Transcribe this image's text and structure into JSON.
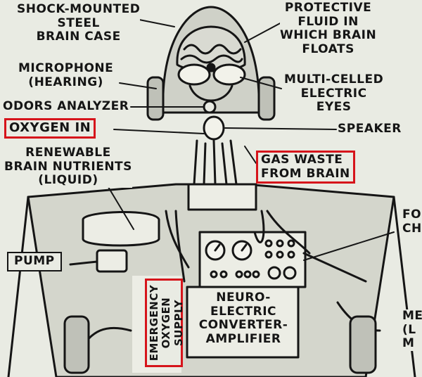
{
  "labels": {
    "shock_case": "SHOCK-MOUNTED\nSTEEL\nBRAIN CASE",
    "protective_fluid": "PROTECTIVE\nFLUID IN\nWHICH BRAIN\nFLOATS",
    "microphone": "MICROPHONE\n(HEARING)",
    "eyes": "MULTI-CELLED\nELECTRIC\nEYES",
    "odors": "ODORS ANALYZER",
    "oxygen_in": "OXYGEN IN",
    "speaker": "SPEAKER",
    "nutrients": "RENEWABLE\nBRAIN NUTRIENTS\n(LIQUID)",
    "gas_waste": "GAS WASTE\nFROM BRAIN",
    "pump": "PUMP",
    "emergency_oxygen": "EMERGENCY\nOXYGEN\nSUPPLY",
    "neuro": "NEURO-\nELECTRIC\nCONVERTER-\nAMPLIFIER",
    "right_top_partial": "FO\nCH",
    "right_bottom_partial": "ME\n(L\nM"
  },
  "colors": {
    "paper": "#e9ebe3",
    "ink": "#151515",
    "highlight": "#d6141b"
  }
}
